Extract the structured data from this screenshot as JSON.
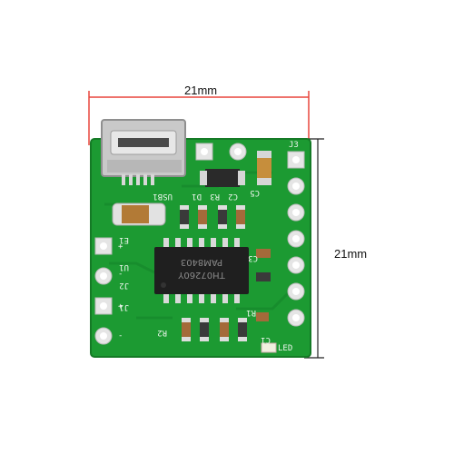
{
  "dimensions": {
    "width_label": "21mm",
    "height_label": "21mm"
  },
  "silkscreen": {
    "j3": "J3",
    "usb": "USB1",
    "d1": "D1",
    "r3": "R3",
    "c2": "C2",
    "c5": "C5",
    "c3": "C3",
    "r1": "R1",
    "r2": "R2",
    "c1": "C1",
    "led": "LED",
    "e1": "E1",
    "u1": "U1",
    "j2": "J2",
    "j1": "J1",
    "plus": "+",
    "minus": "-"
  },
  "chip": {
    "line1": "PAM8403",
    "line2": "TH07260Y"
  },
  "colors": {
    "pcb": "#1c9a32",
    "pcb_edge": "#157a26",
    "dim_line": "#e8453c",
    "dim_line_v": "#111111"
  }
}
